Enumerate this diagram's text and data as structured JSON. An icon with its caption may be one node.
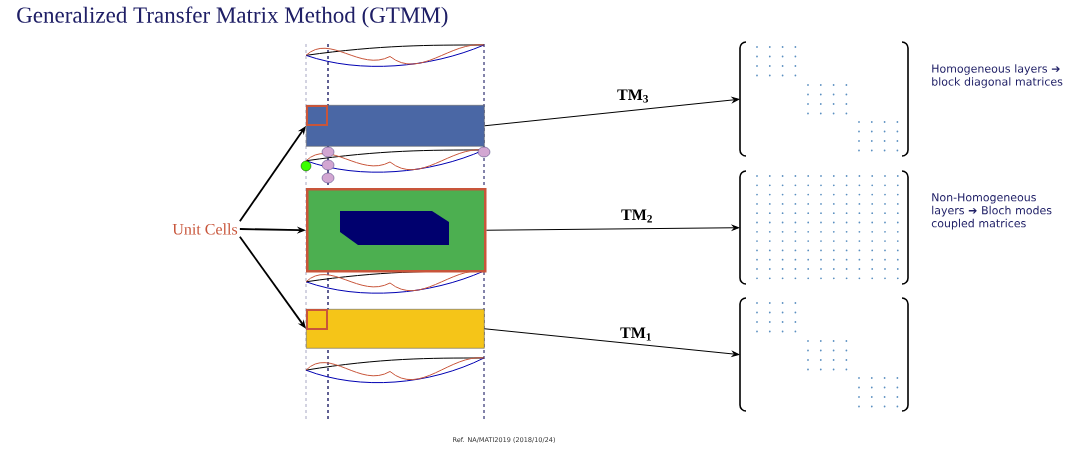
{
  "diagram": {
    "title": "Generalized Transfer Matrix Method (GTMM)",
    "nodes": [
      {
        "text": [
          "Unit Cells"
        ]
      },
      {
        "text": [],
        "shape": "box"
      },
      {
        "text": [],
        "shape": "box"
      },
      {
        "text": [],
        "shape": "box"
      },
      {
        "text": [],
        "shape": "matrix",
        "beside": [
          "Homogeneous layers ➔ block diagonal matrices"
        ]
      },
      {
        "text": [],
        "shape": "matrix",
        "beside": [
          "Non-Homogeneous layers ➔ Bloch modes coupled matrices"
        ]
      },
      {
        "text": [],
        "shape": "matrix"
      }
    ],
    "edges": [
      {
        "from": 0,
        "to": 1,
        "arrow": "to"
      },
      {
        "from": 0,
        "to": 2,
        "arrow": "to"
      },
      {
        "from": 0,
        "to": 3,
        "arrow": "to"
      },
      {
        "from": 1,
        "to": 4,
        "arrow": "to",
        "label": "TM$_{3}$"
      },
      {
        "from": 2,
        "to": 5,
        "arrow": "to",
        "label": "TM$_{2}$"
      },
      {
        "from": 3,
        "to": 6,
        "arrow": "to",
        "label": "TM$_{1}$"
      }
    ],
    "labels": [
      "Ref. NA/MATI2019 (2018/10/24)"
    ]
  }
}
